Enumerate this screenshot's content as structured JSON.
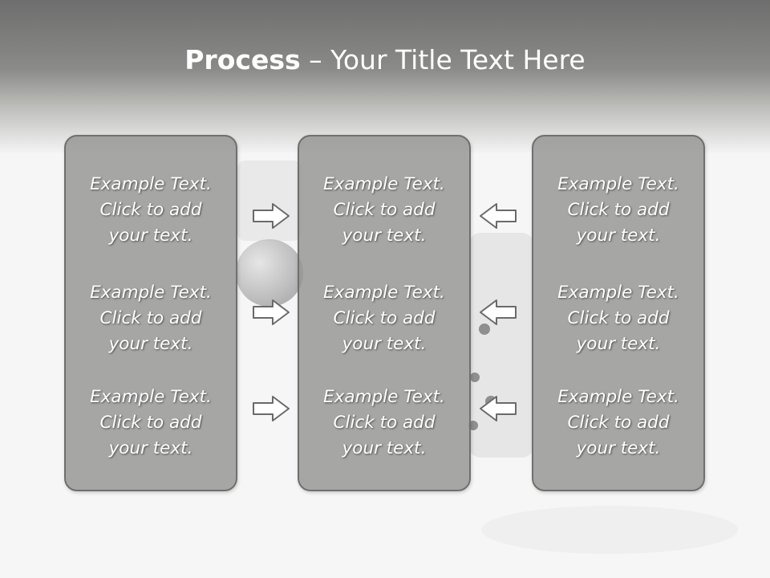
{
  "slide": {
    "title_bold": "Process",
    "title_rest": " – Your Title Text Here"
  },
  "panels": {
    "left": [
      {
        "line1": "Example Text.",
        "line2": "Click  to add",
        "line3": "your text."
      },
      {
        "line1": "Example Text.",
        "line2": "Click  to add",
        "line3": "your text."
      },
      {
        "line1": "Example Text.",
        "line2": "Click  to add",
        "line3": "your text."
      }
    ],
    "center": [
      {
        "line1": "Example Text.",
        "line2": "Click  to add",
        "line3": "your text."
      },
      {
        "line1": "Example Text.",
        "line2": "Click  to add",
        "line3": "your text."
      },
      {
        "line1": "Example Text.",
        "line2": "Click  to add",
        "line3": "your text."
      }
    ],
    "right": [
      {
        "line1": "Example Text.",
        "line2": "Click  to add",
        "line3": "your text."
      },
      {
        "line1": "Example Text.",
        "line2": "Click  to add",
        "line3": "your text."
      },
      {
        "line1": "Example Text.",
        "line2": "Click  to add",
        "line3": "your text."
      }
    ]
  },
  "arrows": {
    "left_to_center": "arrow-right-icon",
    "right_to_center": "arrow-left-icon"
  },
  "colors": {
    "header": "#6e6e6e",
    "panel_fill": "#949492",
    "panel_border": "#6f6f6f",
    "text": "#ffffff"
  }
}
